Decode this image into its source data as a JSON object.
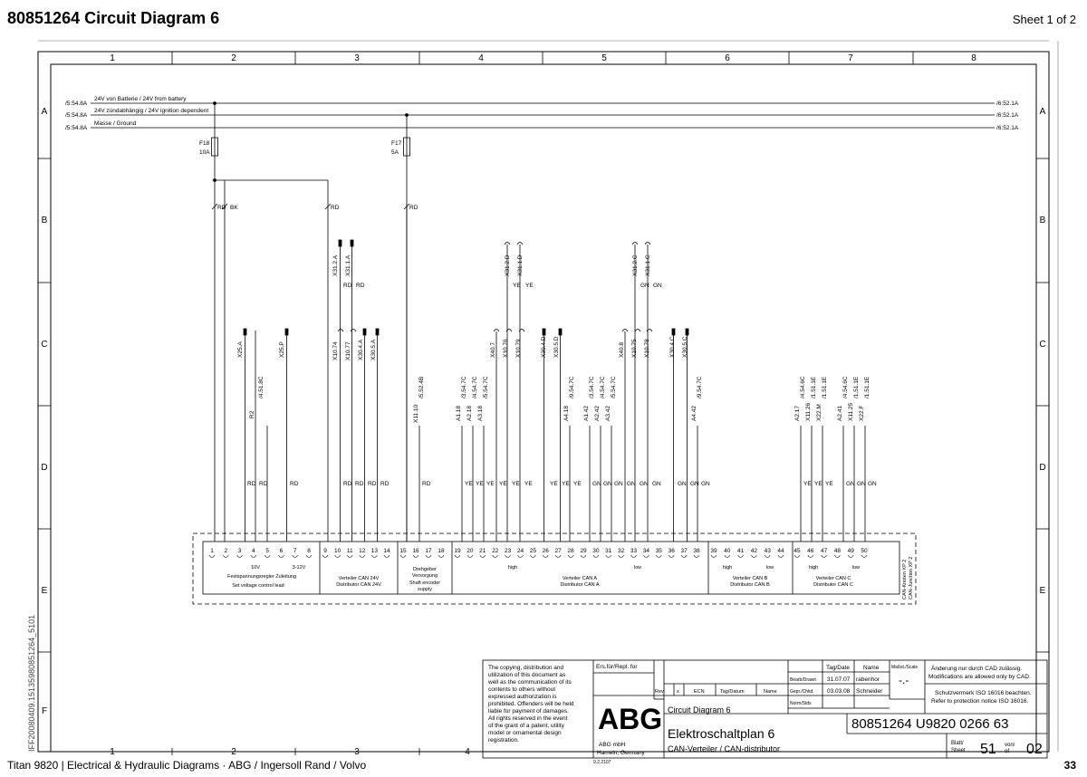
{
  "header": {
    "title": "80851264  Circuit Diagram 6",
    "sheet": "Sheet 1 of 2"
  },
  "footer": {
    "left": "Titan 9820  |  Electrical & Hydraulic Diagrams  ·  ABG / Ingersoll Rand / Volvo",
    "page": "33"
  },
  "frame": {
    "columns": [
      "1",
      "2",
      "3",
      "4",
      "5",
      "6",
      "7",
      "8"
    ],
    "bottom_columns": [
      "1",
      "2",
      "3",
      "4"
    ],
    "rows": [
      "A",
      "B",
      "C",
      "D",
      "E",
      "F"
    ],
    "side_code": "IFF20080409.15135980851264_5101"
  },
  "rails": [
    {
      "ref_left": "/5:54.8A",
      "label": "24V von Batterie / 24V from battery",
      "ref_right": "/6:52.1A"
    },
    {
      "ref_left": "/5:54.8A",
      "label": "24V zündabhängig / 24V ignition dependent",
      "ref_right": "/6:52.1A"
    },
    {
      "ref_left": "/5:54.8A",
      "label": "Masse / Ground",
      "ref_right": "/6:52.1A"
    }
  ],
  "fuses": [
    {
      "name": "F18",
      "rating": "10A"
    },
    {
      "name": "F17",
      "rating": "5A"
    }
  ],
  "wire_colors": {
    "rd": "RD",
    "bk": "BK",
    "ye": "YE",
    "gn": "GN"
  },
  "connector_top": [
    "X31.2.A",
    "X31.1.A",
    "X31.2.D",
    "X31.1.D",
    "X31.2.C",
    "X31.1.C"
  ],
  "connector_mid": [
    "X25.A",
    "X25.P",
    "X10.74",
    "X10.77",
    "X30.4.A",
    "X30.5.A",
    "X40.7",
    "X10.76",
    "X10.79",
    "X30.4.D",
    "X30.5.D",
    "X40.8",
    "X10.75",
    "X10.78",
    "X30.4.C",
    "X30.5.C"
  ],
  "refs": {
    "r2": "R2",
    "r2_ref": "/4.51.8C",
    "x11": "X11.10",
    "x11_ref": "/5.52.4B",
    "a_left": [
      "A1.18",
      "A2.18",
      "A3.18"
    ],
    "a_left_ref": [
      "/3.54.7C",
      "/4.54.7C",
      "/5.54.7C"
    ],
    "a4_18": "A4.18",
    "a4_18_ref": "/9.54.7C",
    "a_mid": [
      "A1.42",
      "A2.42",
      "A3.42"
    ],
    "a_mid_ref": [
      "/3.54.7C",
      "/4.54.7C",
      "/5.54.7C"
    ],
    "a4_42": "A4.42",
    "a4_42_ref": "/9.54.7C",
    "right_a": [
      "A2.17",
      "X11.26",
      "X22.M"
    ],
    "right_a_ref": [
      "/4.54.6C",
      "/1.51.1E",
      "/1.51.1E"
    ],
    "right_b": [
      "A2.41",
      "X11.25",
      "X22.F"
    ],
    "right_b_ref": [
      "/4.54.6C",
      "/1.51.1E",
      "/1.51.1E"
    ]
  },
  "terminals": [
    "1",
    "2",
    "3",
    "4",
    "5",
    "6",
    "7",
    "8",
    "9",
    "10",
    "11",
    "12",
    "13",
    "14",
    "15",
    "16",
    "17",
    "18",
    "19",
    "20",
    "21",
    "22",
    "23",
    "24",
    "25",
    "26",
    "27",
    "28",
    "29",
    "30",
    "31",
    "32",
    "33",
    "34",
    "35",
    "36",
    "37",
    "38",
    "39",
    "40",
    "41",
    "42",
    "43",
    "44",
    "45",
    "46",
    "47",
    "48",
    "49",
    "50"
  ],
  "groups": {
    "voltage": {
      "v10": "10V",
      "v312": "3-12V",
      "de": "Festspannungsregler Zuleitung",
      "en": "Set voltage control lead"
    },
    "can24": {
      "de": "Verteiler CAN 24V",
      "en": "Distributor CAN 24V"
    },
    "encoder": {
      "de1": "Drehgeber",
      "de2": "Versorgung",
      "en1": "Shaft encoder",
      "en2": "supply"
    },
    "cana": {
      "high": "high",
      "low": "low",
      "de": "Verteiler CAN A",
      "en": "Distributor CAN A"
    },
    "canb": {
      "high": "high",
      "low": "low",
      "de": "Verteiler CAN B",
      "en": "Distributor CAN B"
    },
    "canc": {
      "high": "high",
      "low": "low",
      "de": "Verteiler CAN C",
      "en": "Distributor CAN C"
    },
    "xp2_de": "CAN-Knoten XP 2",
    "xp2_en": "CAN-Junction XP 2"
  },
  "title_block": {
    "copyright": [
      "The copying, distribution and",
      "utilization of this document as",
      "well as the communication of its",
      "contents to others without",
      "expressed authorization is",
      "prohibited. Offenders will be held",
      "liable for payment of damages.",
      "All rights reserved in the event",
      "of the grant of a patent, utility",
      "model or ornamental design",
      "registration."
    ],
    "ers_label": "Ers.für/Repl. for",
    "rev": "Rev.",
    "x": "x",
    "ecn": "ECN",
    "tag_datum": "Tag/Datum",
    "name": "Name",
    "logo": "ABG",
    "company1": "ABG mbH",
    "company2": "Hameln, Germany",
    "form_code": "9.2.2107",
    "col_tag": "Tag/Date",
    "col_name": "Name",
    "bearb_label": "Bearb/Drawn",
    "bearb_date": "31.07.07",
    "bearb_name": "rabenhor",
    "gepr_label": "Gepr./Chkd.",
    "gepr_date": "03.03.08",
    "gepr_name": "Schneider",
    "norm_label": "Norm/Stds",
    "scale_label": "Maßst./Scale",
    "scale_value": "-.-",
    "note_de": "Änderung nur durch CAD zulässig.",
    "note_en": "Modifications are allowed only by CAD.",
    "protect_de": "Schutzvermerk ISO 16016 beachten.",
    "protect_en": "Refer to protection notice ISO 16016.",
    "title_en": "Circuit Diagram 6",
    "title_de": "Elektroschaltplan 6",
    "subtitle": "CAN-Verteiler / CAN-distributor",
    "doc_number": "80851264  U9820 0266 63",
    "blatt_label": "Blatt/",
    "sheet_label": "Sheet",
    "blatt_value": "51",
    "von_label": "von/",
    "of_label": "of",
    "total": "02"
  }
}
